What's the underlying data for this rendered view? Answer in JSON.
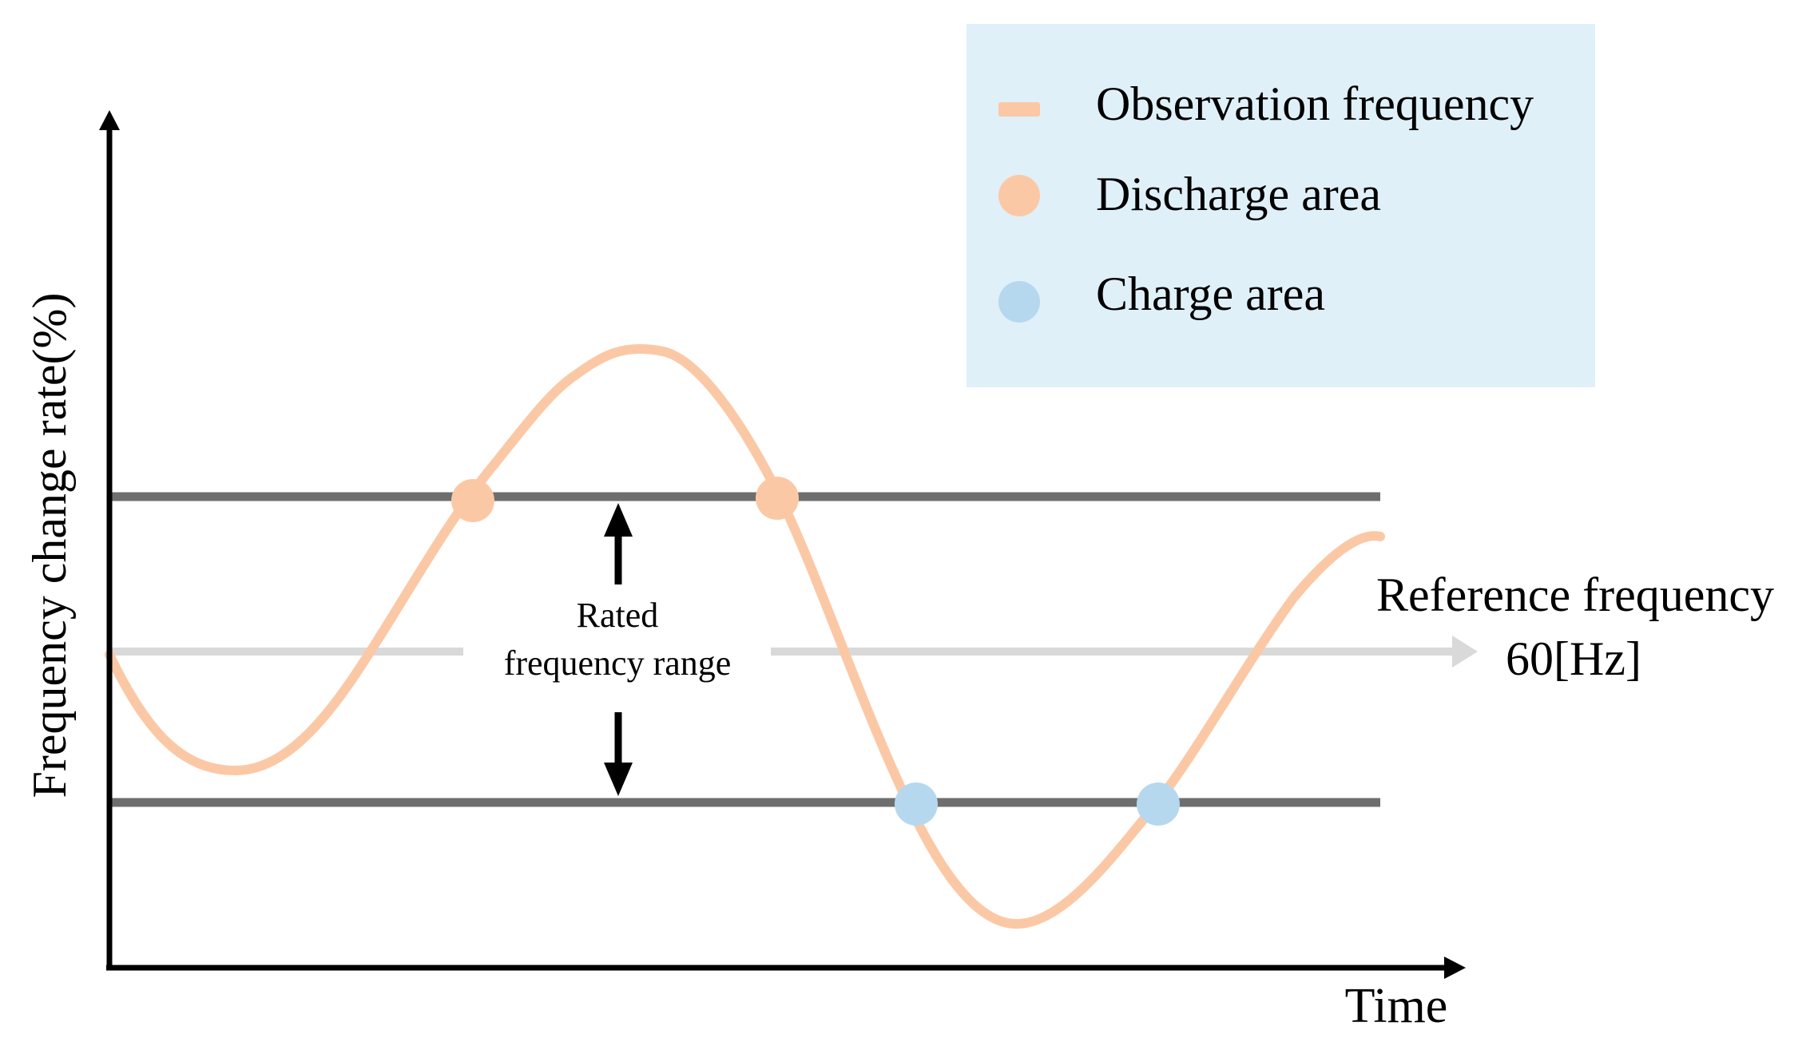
{
  "diagram": {
    "y_axis_label": "Frequency change rate(%)",
    "x_axis_label": "Time",
    "rated_range_label_line1": "Rated",
    "rated_range_label_line2": "frequency range",
    "reference_label_line1": "Reference frequency",
    "reference_label_line2": "60[Hz]"
  },
  "legend": {
    "items": [
      {
        "label": "Observation frequency",
        "marker": "line-dash",
        "color": "#FBC8A6"
      },
      {
        "label": "Discharge area",
        "marker": "circle",
        "color": "#FBC8A6"
      },
      {
        "label": "Charge area",
        "marker": "circle",
        "color": "#B6D8EE"
      }
    ],
    "background": "#DFF0F8"
  },
  "colors": {
    "observation_curve": "#FBC8A6",
    "discharge_marker": "#FBC8A6",
    "charge_marker": "#B6D8EE",
    "limit_lines": "#6E6E6E",
    "reference_line": "#D9D9D9",
    "axes": "#000000"
  }
}
